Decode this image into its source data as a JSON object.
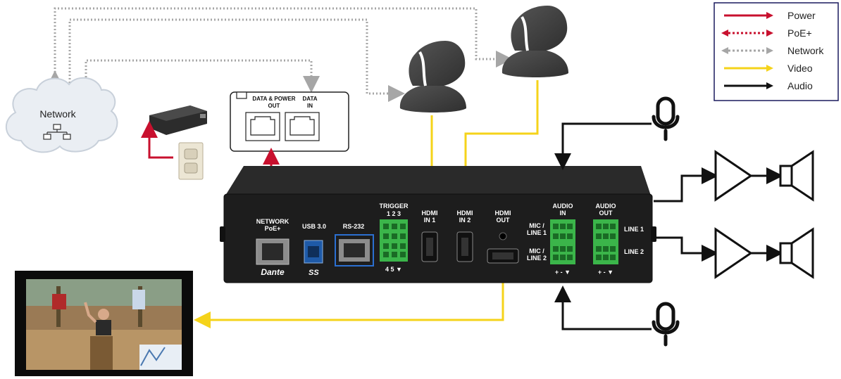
{
  "legend": {
    "items": [
      {
        "label": "Power",
        "color": "#c8102e"
      },
      {
        "label": "PoE+",
        "color": "#c8102e"
      },
      {
        "label": "Network",
        "color": "#a6a6a6"
      },
      {
        "label": "Video",
        "color": "#f5d31a"
      },
      {
        "label": "Audio",
        "color": "#111111"
      }
    ]
  },
  "cloud_label": "Network",
  "panel": {
    "data_power_out": "DATA & POWER\nOUT",
    "data_in": "DATA\nIN"
  },
  "device": {
    "network_poe": "NETWORK\nPoE+",
    "usb": "USB 3.0",
    "rs232": "RS-232",
    "trigger": "TRIGGER",
    "trigger_top": "1   2   3",
    "trigger_bottom": "4   5  ▼",
    "hdmi_in1": "HDMI\nIN 1",
    "hdmi_in2": "HDMI\nIN 2",
    "hdmi_out": "HDMI\nOUT",
    "audio_in": "AUDIO\nIN",
    "audio_out": "AUDIO\nOUT",
    "mic_line1": "MIC /\nLINE 1",
    "mic_line2": "MIC /\nLINE 2",
    "line1": "LINE 1",
    "line2": "LINE 2",
    "polarity_in": "+  -  ▼",
    "polarity_out": "+  -  ▼",
    "dante": "Dante",
    "ss": "SS"
  }
}
